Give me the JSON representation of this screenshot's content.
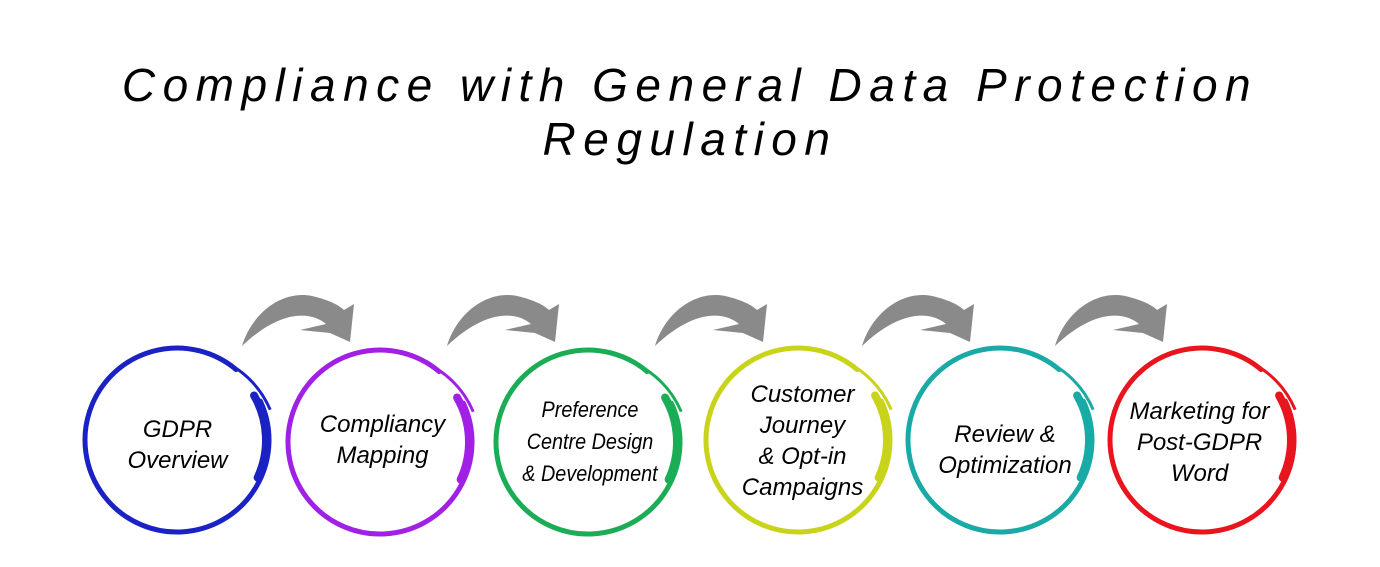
{
  "title": {
    "line1": "Compliance with General Data Protection",
    "line2": "Regulation"
  },
  "steps": [
    {
      "label": "GDPR\nOverview",
      "color": "#1a22c4"
    },
    {
      "label": "Compliancy\nMapping",
      "color": "#a020e6"
    },
    {
      "label": "Preference\nCentre Design\n& Development",
      "color": "#1aad55"
    },
    {
      "label": "Customer\nJourney\n& Opt-in\nCampaigns",
      "color": "#c8d41a"
    },
    {
      "label": "Review &\nOptimization",
      "color": "#1aaaa6"
    },
    {
      "label": "Marketing for\nPost-GDPR\nWord",
      "color": "#e8141e"
    }
  ],
  "arrow_color": "#8a8a8a",
  "arrow_icon": "curved-arrow-right-icon"
}
